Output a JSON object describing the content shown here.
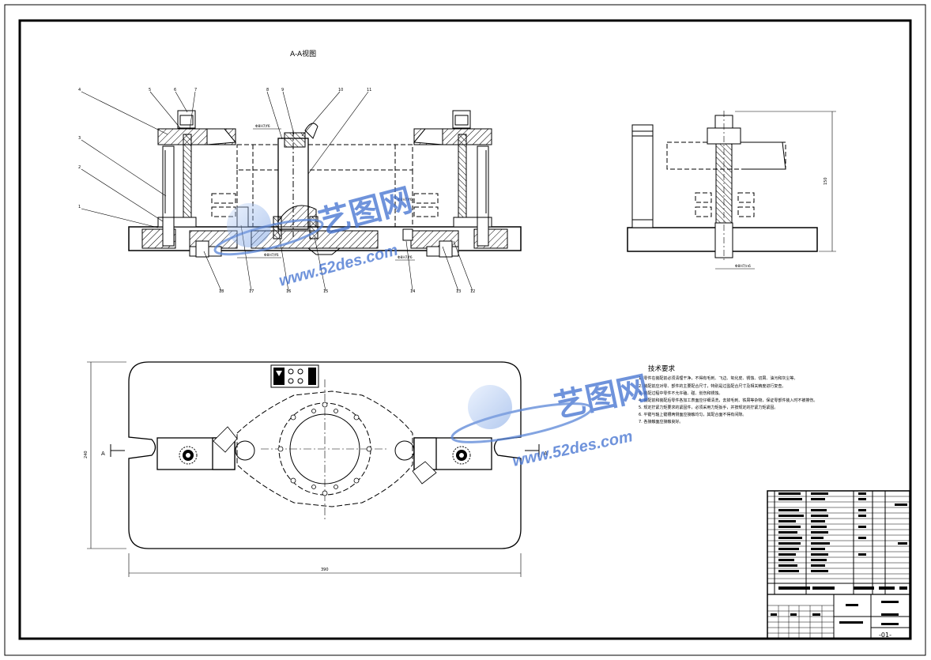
{
  "drawing": {
    "section_title": "A-A视图",
    "callouts_top": [
      "4",
      "5",
      "6",
      "7",
      "8",
      "9",
      "10",
      "11"
    ],
    "callouts_left": [
      "3",
      "2",
      "1"
    ],
    "callouts_bottom": [
      "18",
      "17",
      "16",
      "15",
      "14",
      "13",
      "12"
    ],
    "fit_annotations": [
      "Φ8H7/f6",
      "Φ8H7/f6",
      "Φ8H7/f6",
      "Φ8H7/f6",
      "Φ8H7/n6"
    ],
    "dim_height_side": "150",
    "dim_width_plan": "390",
    "dim_height_plan": "240",
    "section_marker": "A"
  },
  "tech_requirements": {
    "title": "技术要求",
    "items": [
      "1. 零件在装配前必须清理干净，不得有毛刺、飞边、氧化皮、锈蚀、切屑、油污和灰尘等。",
      "2. 装配前应对零、部件的主要配合尺寸，特别是过盈配合尺寸及相关精度进行复查。",
      "3. 装配过程中零件不允许磕、碰、划伤和锈蚀。",
      "4. 装配前和装配后零件各加工表面应仔细清洗，去掉毛刺、铁屑等杂物，保证零部件装入时不被擦伤。",
      "5. 规定拧紧力矩要求的紧固件，必须采用力矩扳手，并按规定的拧紧力矩紧固。",
      "6. 平键与轴上键槽两侧面应接触均匀，其配合面不得有间隙。",
      "7. 各接触面应接触良好。"
    ]
  },
  "watermark": {
    "brand": "艺图网",
    "url": "www.52des.com"
  },
  "title_block": {
    "drawing_code": "-01-",
    "sheet": "1"
  },
  "colors": {
    "line": "#000000",
    "watermark": "#3f6fd0",
    "watermark_light": "#8fb4ef"
  }
}
